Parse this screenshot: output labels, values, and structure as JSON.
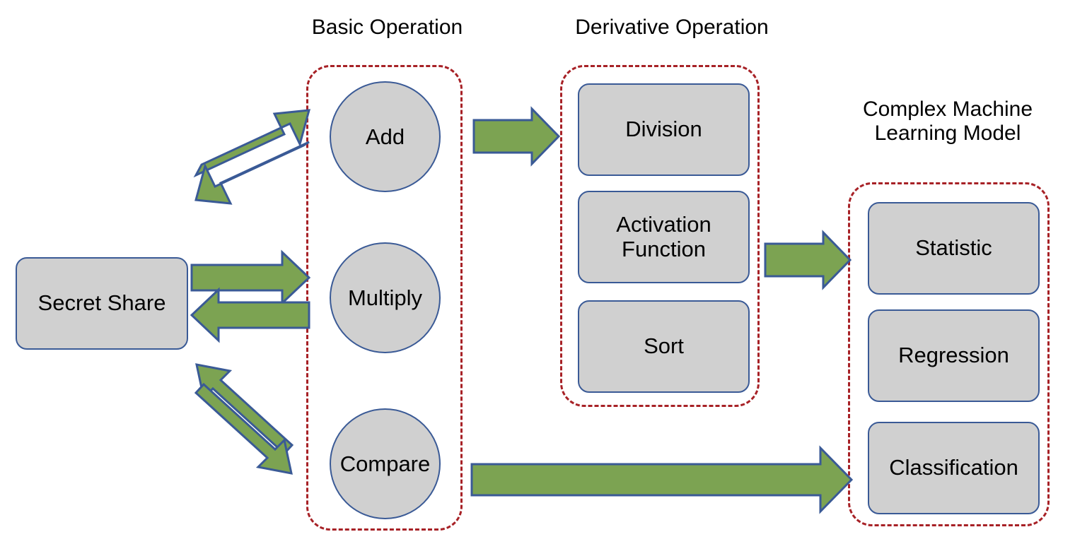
{
  "diagram": {
    "title_basic": "Basic Operation",
    "title_derivative": "Derivative Operation",
    "title_ml": "Complex Machine\nLearning Model",
    "colors": {
      "node_fill": "#D0D0D0",
      "node_border": "#3A5A96",
      "group_border_dashed": "#A72126",
      "arrow_fill": "#7CA352",
      "arrow_border": "#3A5A96",
      "background": "#FFFFFF",
      "text": "#000000"
    },
    "input_node": {
      "label": "Secret Share"
    },
    "basic_operations": [
      {
        "label": "Add"
      },
      {
        "label": "Multiply"
      },
      {
        "label": "Compare"
      }
    ],
    "derivative_operations": [
      {
        "label": "Division"
      },
      {
        "label": "Activation\nFunction"
      },
      {
        "label": "Sort"
      }
    ],
    "ml_models": [
      {
        "label": "Statistic"
      },
      {
        "label": "Regression"
      },
      {
        "label": "Classification"
      }
    ],
    "connections": [
      {
        "name": "secret-share-to-add",
        "direction": "bidirectional-diagonal-up"
      },
      {
        "name": "secret-share-to-multiply",
        "direction": "bidirectional-horizontal"
      },
      {
        "name": "secret-share-to-compare",
        "direction": "bidirectional-diagonal-down"
      },
      {
        "name": "add-to-division",
        "direction": "right"
      },
      {
        "name": "derivative-to-ml",
        "direction": "right"
      },
      {
        "name": "compare-to-classification",
        "direction": "right"
      }
    ]
  }
}
